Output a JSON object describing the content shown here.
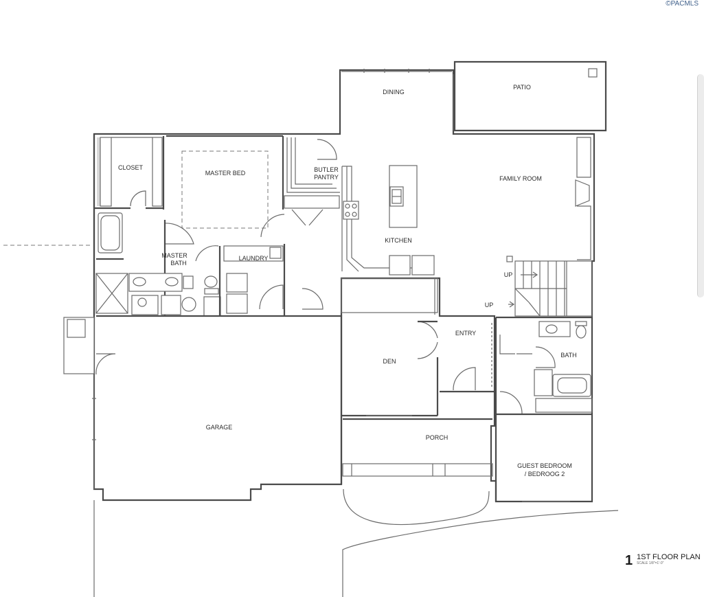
{
  "copyright": "©PACMLS",
  "plan_title": {
    "number": "1",
    "text": "1ST FLOOR PLAN",
    "scale": "SCALE 1/8\"=1'-0\""
  },
  "rooms": {
    "dining": "DINING",
    "patio": "PATIO",
    "closet": "CLOSET",
    "master_bed": "MASTER BED",
    "butler_pantry_1": "BUTLER",
    "butler_pantry_2": "PANTRY",
    "family_room": "FAMILY ROOM",
    "kitchen": "KITCHEN",
    "master_bath_1": "MASTER",
    "master_bath_2": "BATH",
    "laundry": "LAUNDRY",
    "den": "DEN",
    "entry": "ENTRY",
    "bath": "BATH",
    "garage": "GARAGE",
    "porch": "PORCH",
    "guest_bedroom_1": "GUEST BEDROOM",
    "guest_bedroom_2": "/ BEDROOG 2"
  },
  "stairs": {
    "up_1": "UP",
    "up_2": "UP"
  }
}
